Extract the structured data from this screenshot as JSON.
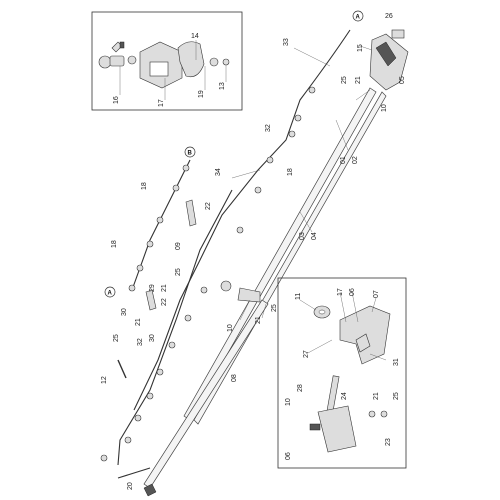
{
  "labels": {
    "l01": "01",
    "l02": "02",
    "l03": "03",
    "l04": "04",
    "l05": "05",
    "l06": "06",
    "l07": "07",
    "l08": "08",
    "l09": "09",
    "l10": "10",
    "l11": "11",
    "l12": "12",
    "l13": "13",
    "l14": "14",
    "l15": "15",
    "l16": "16",
    "l17": "17",
    "l18": "18",
    "l19": "19",
    "l20": "20",
    "l21": "21",
    "l22": "22",
    "l23": "23",
    "l24": "24",
    "l25": "25",
    "l26": "26",
    "l27": "27",
    "l28": "28",
    "l29": "29",
    "l30": "30",
    "l31": "31",
    "l32": "32",
    "l33": "33",
    "l34": "34"
  },
  "connectors": {
    "a": "A",
    "b": "B"
  }
}
